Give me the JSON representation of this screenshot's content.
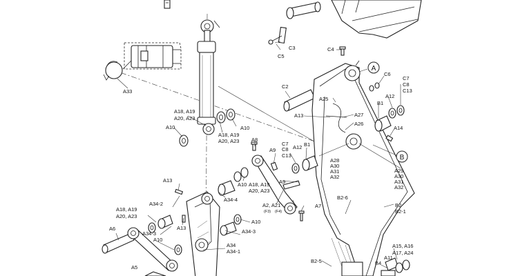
{
  "callout_letters": {
    "a": "A",
    "b": "B"
  },
  "labels": {
    "A33": "A33",
    "A18_A19_top": "A18, A19",
    "A20_A23_top": "A20, A23",
    "A10_left": "A10",
    "A18_A19_mid": "A18, A19",
    "A20_A23_mid": "A20, A23",
    "A10_mid": "A10",
    "A8": "A8",
    "A9": "A9",
    "A10_link": "A10",
    "A18_A19_link": "A18, A19",
    "A20_A23_link": "A20, A23",
    "A13_left": "A13",
    "A34_2": "A34-2",
    "A18_A19_lower": "A18, A19",
    "A20_A23_lower": "A20, A23",
    "A34_4": "A34-4",
    "A13_lower": "A13",
    "A10_lower": "A10",
    "A34_3_left": "A34-3",
    "A6": "A6",
    "A10_bottom": "A10",
    "A34_3": "A34-3",
    "A34": "A34",
    "A34_1": "A34-1",
    "A5": "A5",
    "A9_link": "A9",
    "A2_A21": "A2, A21",
    "F3": "(F3)",
    "F4": "(F4)",
    "A7": "A7",
    "C4": "C4",
    "C3": "C3",
    "C5": "C5",
    "C2": "C2",
    "A25": "A25",
    "A13_center": "A13",
    "A27": "A27",
    "A26": "A26",
    "C6": "C6",
    "C7_top": "C7",
    "C8_top": "C8",
    "C13_top": "C13",
    "A12_top": "A12",
    "B1_top": "B1",
    "A14": "A14",
    "C7_mid": "C7",
    "C8_mid": "C8",
    "C13_mid": "C13",
    "A12_mid": "A12",
    "B1_mid": "B1",
    "A28": "A28",
    "A30_l": "A30",
    "A31_l": "A31",
    "A32_l": "A32",
    "A29": "A29",
    "A30_r": "A30",
    "A31_r": "A31",
    "A32_r": "A32",
    "B2_6": "B2-6",
    "B2": "B2",
    "B2_1": "B2-1",
    "B2_5": "B2-5",
    "B4": "B4",
    "A11": "A11",
    "A15_A16": "A15, A16",
    "A17_A24": "A17, A24"
  }
}
